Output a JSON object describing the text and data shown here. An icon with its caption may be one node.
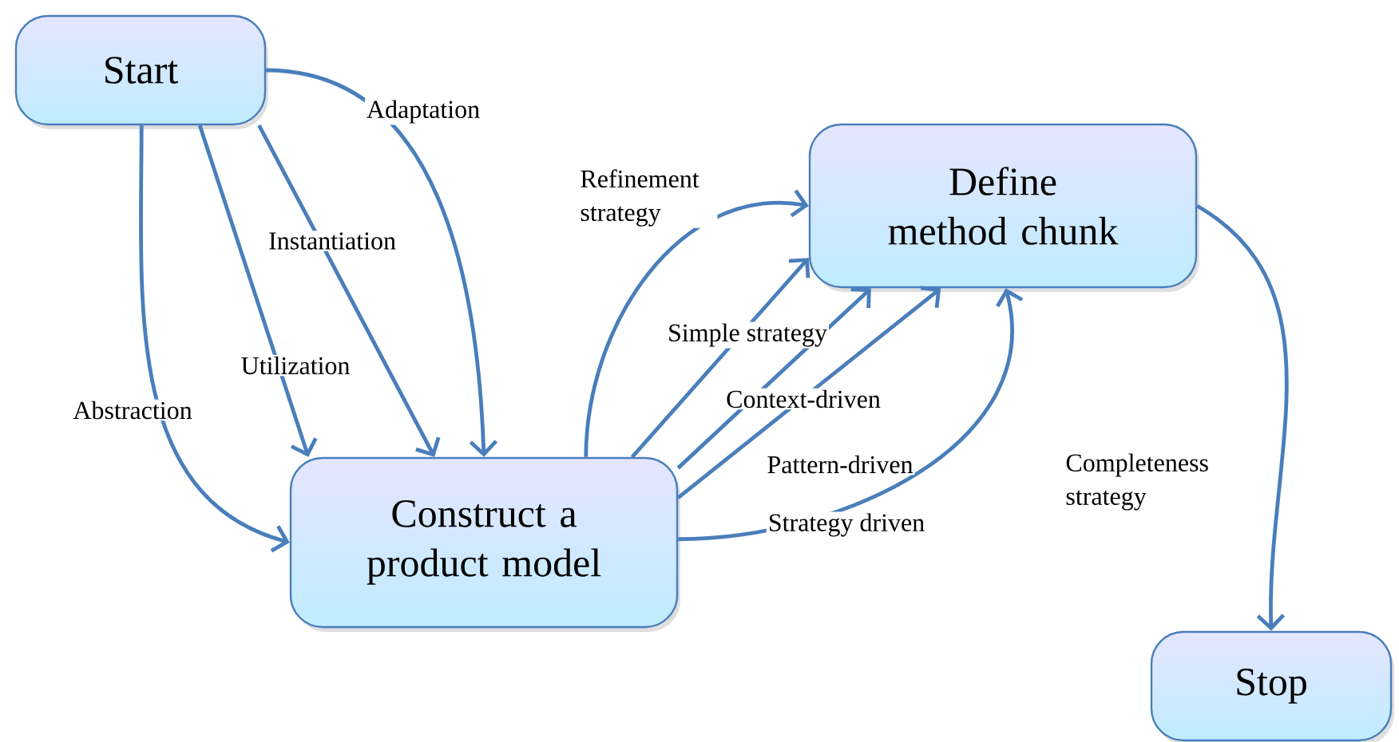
{
  "diagram": {
    "nodes": [
      {
        "text": [
          "Start"
        ]
      },
      {
        "text": [
          "Construct a product model"
        ]
      },
      {
        "text": [
          "Define method chunk"
        ]
      },
      {
        "text": [
          "Stop"
        ]
      }
    ],
    "edges": [
      {
        "from": 0,
        "to": 1,
        "arrow": "to",
        "label": "Adaptation"
      },
      {
        "from": 0,
        "to": 1,
        "arrow": "to",
        "label": "Instantiation"
      },
      {
        "from": 0,
        "to": 1,
        "arrow": "to",
        "label": "Utilization"
      },
      {
        "from": 0,
        "to": 1,
        "arrow": "to",
        "label": "Abstraction"
      },
      {
        "from": 1,
        "to": 2,
        "arrow": "to",
        "label": "Refinement strategy"
      },
      {
        "from": 1,
        "to": 2,
        "arrow": "to",
        "label": "Simple strategy"
      },
      {
        "from": 1,
        "to": 2,
        "arrow": "to",
        "label": "Context-driven"
      },
      {
        "from": 1,
        "to": 2,
        "arrow": "to",
        "label": "Pattern-driven"
      },
      {
        "from": 1,
        "to": 2,
        "arrow": "to",
        "label": "Strategy driven"
      },
      {
        "from": 2,
        "to": 3,
        "arrow": "to",
        "label": "Completeness strategy"
      }
    ]
  }
}
